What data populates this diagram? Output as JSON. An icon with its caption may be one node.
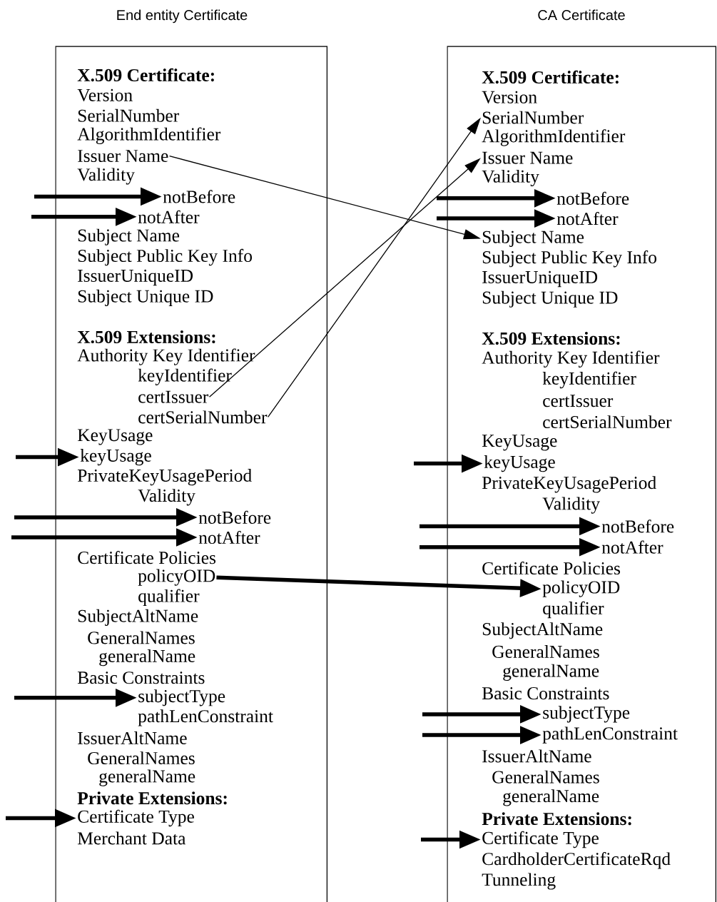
{
  "diagram": {
    "nodes": [
      {
        "text": [
          "End entity Certificate"
        ]
      },
      {
        "text": [
          "X.509 Certificate:"
        ],
        "in": 0
      },
      {
        "text": [
          "Version"
        ],
        "in": 0
      },
      {
        "text": [
          "SerialNumber"
        ],
        "in": 0
      },
      {
        "text": [
          "AlgorithmIdentifier"
        ],
        "in": 0
      },
      {
        "text": [
          "Issuer Name"
        ],
        "in": 0
      },
      {
        "text": [
          "Validity"
        ],
        "in": 0
      },
      {
        "text": [
          "notBefore"
        ],
        "in": 0
      },
      {
        "text": [
          "notAfter"
        ],
        "in": 0
      },
      {
        "text": [
          "Subject Name"
        ],
        "in": 0
      },
      {
        "text": [
          "Subject Public Key Info"
        ],
        "in": 0
      },
      {
        "text": [
          "IssuerUniqueID"
        ],
        "in": 0
      },
      {
        "text": [
          "Subject Unique ID"
        ],
        "in": 0
      },
      {
        "text": [
          "X.509 Extensions:"
        ],
        "in": 0
      },
      {
        "text": [
          "Authority Key Identifier"
        ],
        "in": 0
      },
      {
        "text": [
          "keyIdentifier"
        ],
        "in": 0
      },
      {
        "text": [
          "certIssuer"
        ],
        "in": 0
      },
      {
        "text": [
          "certSerialNumber"
        ],
        "in": 0
      },
      {
        "text": [
          "KeyUsage"
        ],
        "in": 0
      },
      {
        "text": [
          "keyUsage"
        ],
        "in": 0
      },
      {
        "text": [
          "PrivateKeyUsagePeriod"
        ],
        "in": 0
      },
      {
        "text": [
          "Validity"
        ],
        "in": 0
      },
      {
        "text": [
          "notBefore"
        ],
        "in": 0
      },
      {
        "text": [
          "notAfter"
        ],
        "in": 0
      },
      {
        "text": [
          "Certificate Policies"
        ],
        "in": 0
      },
      {
        "text": [
          "policyOID"
        ],
        "in": 0
      },
      {
        "text": [
          "qualifier"
        ],
        "in": 0
      },
      {
        "text": [
          "SubjectAltName"
        ],
        "in": 0
      },
      {
        "text": [
          "GeneralNames"
        ],
        "in": 0
      },
      {
        "text": [
          "generalName"
        ],
        "in": 0
      },
      {
        "text": [
          "Basic Constraints"
        ],
        "in": 0
      },
      {
        "text": [
          "subjectType"
        ],
        "in": 0
      },
      {
        "text": [
          "pathLenConstraint"
        ],
        "in": 0
      },
      {
        "text": [
          "IssuerAltName"
        ],
        "in": 0
      },
      {
        "text": [
          "GeneralNames"
        ],
        "in": 0
      },
      {
        "text": [
          "generalName"
        ],
        "in": 0
      },
      {
        "text": [
          "Private Extensions:"
        ],
        "in": 0
      },
      {
        "text": [
          "Certificate Type"
        ],
        "in": 0
      },
      {
        "text": [
          "Merchant Data"
        ],
        "in": 0
      },
      {
        "text": [
          "CA Certificate"
        ]
      },
      {
        "text": [
          "X.509 Certificate:"
        ],
        "in": 39
      },
      {
        "text": [
          "Version"
        ],
        "in": 39
      },
      {
        "text": [
          "SerialNumber"
        ],
        "in": 39
      },
      {
        "text": [
          "AlgorithmIdentifier"
        ],
        "in": 39
      },
      {
        "text": [
          "Issuer Name"
        ],
        "in": 39
      },
      {
        "text": [
          "Validity"
        ],
        "in": 39
      },
      {
        "text": [
          "notBefore"
        ],
        "in": 39
      },
      {
        "text": [
          "notAfter"
        ],
        "in": 39
      },
      {
        "text": [
          "Subject Name"
        ],
        "in": 39
      },
      {
        "text": [
          "Subject Public Key Info"
        ],
        "in": 39
      },
      {
        "text": [
          "IssuerUniqueID"
        ],
        "in": 39
      },
      {
        "text": [
          "Subject Unique ID"
        ],
        "in": 39
      },
      {
        "text": [
          "X.509 Extensions:"
        ],
        "in": 39
      },
      {
        "text": [
          "Authority Key Identifier"
        ],
        "in": 39
      },
      {
        "text": [
          "keyIdentifier"
        ],
        "in": 39
      },
      {
        "text": [
          "certIssuer"
        ],
        "in": 39
      },
      {
        "text": [
          "certSerialNumber"
        ],
        "in": 39
      },
      {
        "text": [
          "KeyUsage"
        ],
        "in": 39
      },
      {
        "text": [
          "keyUsage"
        ],
        "in": 39
      },
      {
        "text": [
          "PrivateKeyUsagePeriod"
        ],
        "in": 39
      },
      {
        "text": [
          "Validity"
        ],
        "in": 39
      },
      {
        "text": [
          "notBefore"
        ],
        "in": 39
      },
      {
        "text": [
          "notAfter"
        ],
        "in": 39
      },
      {
        "text": [
          "Certificate Policies"
        ],
        "in": 39
      },
      {
        "text": [
          "policyOID"
        ],
        "in": 39
      },
      {
        "text": [
          "qualifier"
        ],
        "in": 39
      },
      {
        "text": [
          "SubjectAltName"
        ],
        "in": 39
      },
      {
        "text": [
          "GeneralNames"
        ],
        "in": 39
      },
      {
        "text": [
          "generalName"
        ],
        "in": 39
      },
      {
        "text": [
          "Basic Constraints"
        ],
        "in": 39
      },
      {
        "text": [
          "subjectType"
        ],
        "in": 39
      },
      {
        "text": [
          "pathLenConstraint"
        ],
        "in": 39
      },
      {
        "text": [
          "IssuerAltName"
        ],
        "in": 39
      },
      {
        "text": [
          "GeneralNames"
        ],
        "in": 39
      },
      {
        "text": [
          "generalName"
        ],
        "in": 39
      },
      {
        "text": [
          "Private Extensions:"
        ],
        "in": 39
      },
      {
        "text": [
          "Certificate Type"
        ],
        "in": 39
      },
      {
        "text": [
          "CardholderCertificateRqd"
        ],
        "in": 39
      },
      {
        "text": [
          "Tunneling"
        ],
        "in": 39
      }
    ],
    "edges": [
      {
        "from": 5,
        "to": 48,
        "arrow": "to"
      },
      {
        "from": 16,
        "to": 44,
        "arrow": "to"
      },
      {
        "from": 17,
        "to": 42,
        "arrow": "to"
      },
      {
        "from": 25,
        "to": 64,
        "arrow": "to"
      },
      {
        "from": null,
        "to": 7,
        "arrow": "to"
      },
      {
        "from": null,
        "to": 8,
        "arrow": "to"
      },
      {
        "from": null,
        "to": 19,
        "arrow": "to"
      },
      {
        "from": null,
        "to": 22,
        "arrow": "to"
      },
      {
        "from": null,
        "to": 23,
        "arrow": "to"
      },
      {
        "from": null,
        "to": 31,
        "arrow": "to"
      },
      {
        "from": null,
        "to": 37,
        "arrow": "to"
      },
      {
        "from": null,
        "to": 46,
        "arrow": "to"
      },
      {
        "from": null,
        "to": 47,
        "arrow": "to"
      },
      {
        "from": null,
        "to": 58,
        "arrow": "to"
      },
      {
        "from": null,
        "to": 61,
        "arrow": "to"
      },
      {
        "from": null,
        "to": 62,
        "arrow": "to"
      },
      {
        "from": null,
        "to": 70,
        "arrow": "to"
      },
      {
        "from": null,
        "to": 71,
        "arrow": "to"
      },
      {
        "from": null,
        "to": 76,
        "arrow": "to"
      }
    ]
  }
}
